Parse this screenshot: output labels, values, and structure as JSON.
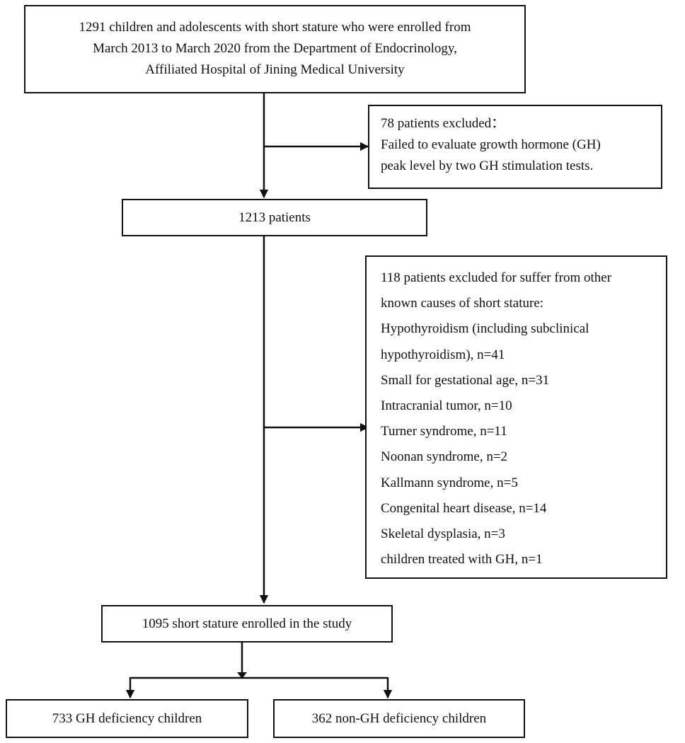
{
  "boxes": {
    "enrolled": {
      "lines": [
        "1291 children and adolescents with short stature who were enrolled from",
        "March 2013 to March 2020 from the Department of Endocrinology,",
        "Affiliated Hospital of Jining Medical University"
      ]
    },
    "excluded_first": {
      "lines": [
        "78 patients excluded：",
        "Failed to evaluate growth hormone (GH)",
        "peak level by two GH stimulation tests."
      ]
    },
    "patients_1213": {
      "label": "1213 patients"
    },
    "excluded_second": {
      "lines": [
        "118 patients excluded for suffer from other",
        "known causes of short stature:",
        "Hypothyroidism (including subclinical",
        "hypothyroidism), n=41",
        "Small for gestational age, n=31",
        "Intracranial tumor, n=10",
        "Turner syndrome, n=11",
        "Noonan syndrome, n=2",
        "Kallmann syndrome, n=5",
        "Congenital heart disease, n=14",
        "Skeletal dysplasia, n=3",
        "children treated with GH, n=1"
      ]
    },
    "study": {
      "label": "1095 short stature enrolled in the study"
    },
    "ghd": {
      "label": "733 GH deficiency children"
    },
    "non_ghd": {
      "label": "362 non-GH deficiency children"
    }
  }
}
